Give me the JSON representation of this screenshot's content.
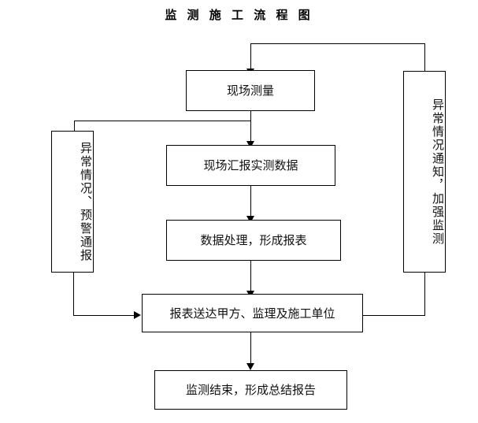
{
  "title": "监 测 施 工 流 程 图",
  "colors": {
    "line": "#000000",
    "box_border": "#000000",
    "background": "#ffffff",
    "text": "#111111"
  },
  "nodes": [
    {
      "id": "site-measurement",
      "label": "现场测量",
      "orientation": "horizontal"
    },
    {
      "id": "site-report-data",
      "label": "现场汇报实测数据",
      "orientation": "horizontal"
    },
    {
      "id": "data-processing",
      "label": "数据处理，形成报表",
      "orientation": "horizontal"
    },
    {
      "id": "report-delivery",
      "label": "报表送达甲方、监理及施工单位",
      "orientation": "horizontal"
    },
    {
      "id": "monitoring-end",
      "label": "监测结束，形成总结报告",
      "orientation": "horizontal"
    },
    {
      "id": "abnormal-warning",
      "label": "异常情况、预警通报",
      "orientation": "vertical"
    },
    {
      "id": "abnormal-notice",
      "label": "异常情况通知，加强监测",
      "orientation": "vertical"
    }
  ],
  "connectors": [
    {
      "id": "c1",
      "from": "site-measurement",
      "to": "site-report-data"
    },
    {
      "id": "c2",
      "from": "site-report-data",
      "to": "data-processing"
    },
    {
      "id": "c3",
      "from": "data-processing",
      "to": "report-delivery"
    },
    {
      "id": "c4",
      "from": "report-delivery",
      "to": "monitoring-end"
    },
    {
      "id": "c5",
      "from": "abnormal-warning",
      "to": "report-delivery"
    },
    {
      "id": "c6",
      "from": "main-flow",
      "to": "abnormal-warning"
    },
    {
      "id": "c7",
      "from": "report-delivery",
      "to": "abnormal-notice"
    },
    {
      "id": "c8",
      "from": "abnormal-notice",
      "to": "site-measurement"
    }
  ]
}
